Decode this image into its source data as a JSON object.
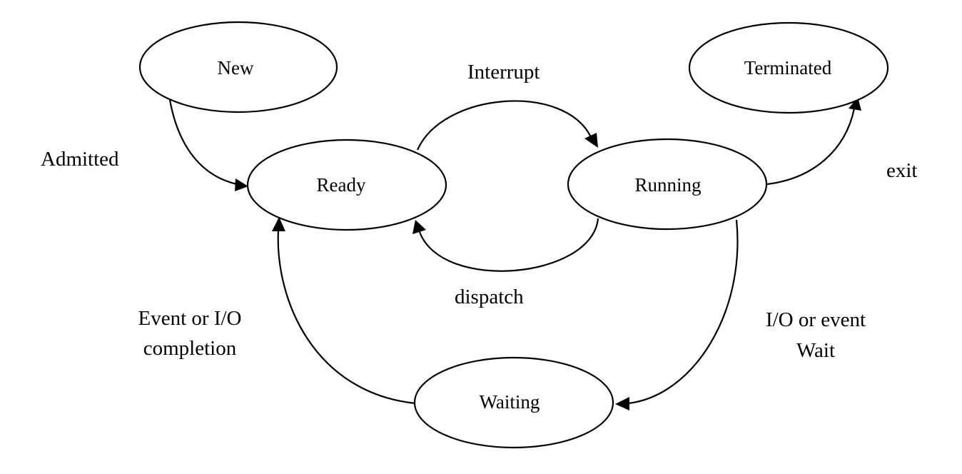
{
  "states": {
    "new": "New",
    "ready": "Ready",
    "running": "Running",
    "terminated": "Terminated",
    "waiting": "Waiting"
  },
  "transitions": {
    "admitted": "Admitted",
    "interrupt": "Interrupt",
    "dispatch": "dispatch",
    "exit": "exit",
    "io_wait_line1": "I/O or event",
    "io_wait_line2": "Wait",
    "io_completion_line1": "Event or I/O",
    "io_completion_line2": "completion"
  },
  "colors": {
    "stroke": "#000000",
    "background": "#ffffff"
  }
}
